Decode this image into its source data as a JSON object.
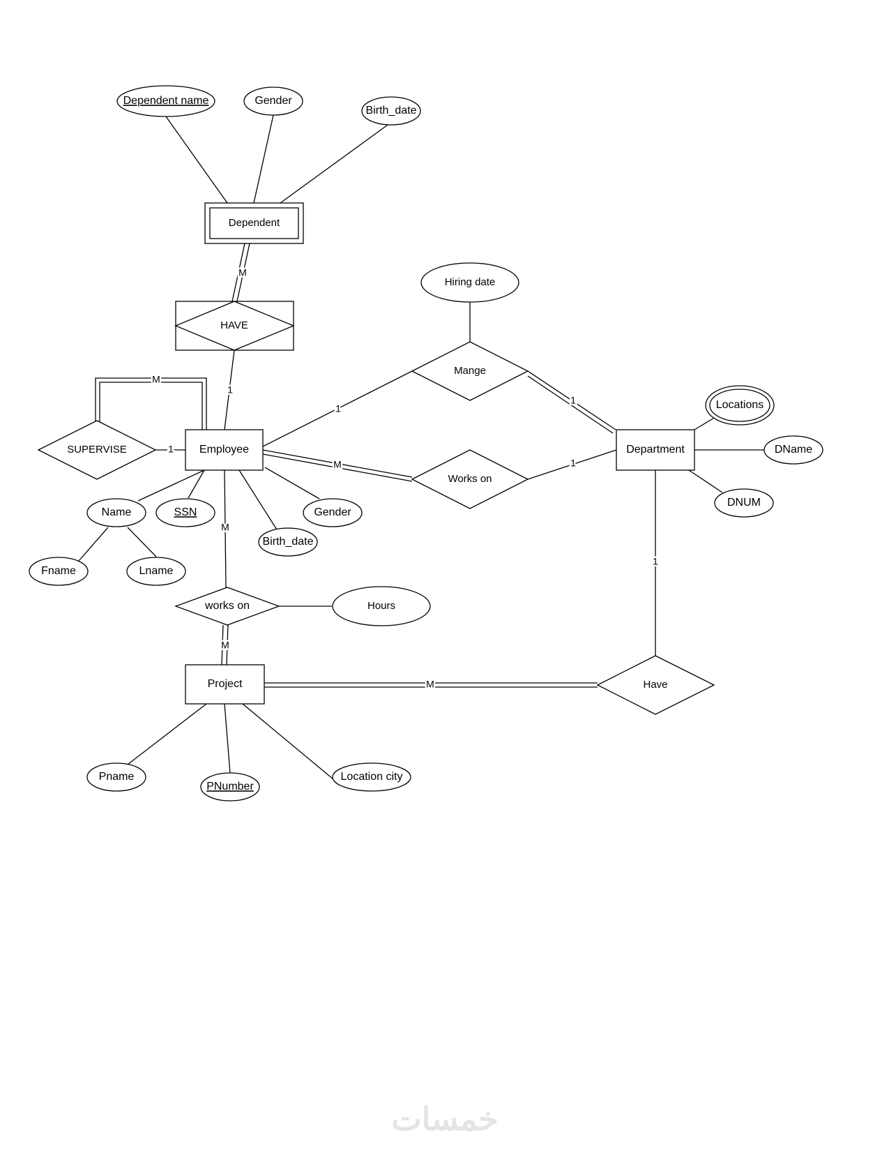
{
  "entities": {
    "dependent": "Dependent",
    "employee": "Employee",
    "department": "Department",
    "project": "Project"
  },
  "relationships": {
    "have_dependent": "HAVE",
    "mange": "Mange",
    "supervise": "SUPERVISE",
    "works_on_dept": "Works on",
    "works_on_project": "works on",
    "have_project": "Have"
  },
  "attributes": {
    "dependent_name": "Dependent name",
    "dependent_gender": "Gender",
    "dependent_birth_date": "Birth_date",
    "hiring_date": "Hiring date",
    "locations": "Locations",
    "dname": "DName",
    "dnum": "DNUM",
    "name": "Name",
    "ssn": "SSN",
    "employee_gender": "Gender",
    "employee_birth_date": "Birth_date",
    "fname": "Fname",
    "lname": "Lname",
    "hours": "Hours",
    "pname": "Pname",
    "pnumber": "PNumber",
    "location_city": "Location city"
  },
  "cardinalities": {
    "dependent_have": "M",
    "have_employee": "1",
    "supervise_top": "M",
    "supervise_side": "1",
    "employee_mange": "1",
    "mange_department": "1",
    "employee_workson": "M",
    "workson_department": "1",
    "employee_worksonp": "M",
    "worksonp_project": "M",
    "department_have": "1",
    "project_have": "M"
  },
  "watermark": "خمسات"
}
